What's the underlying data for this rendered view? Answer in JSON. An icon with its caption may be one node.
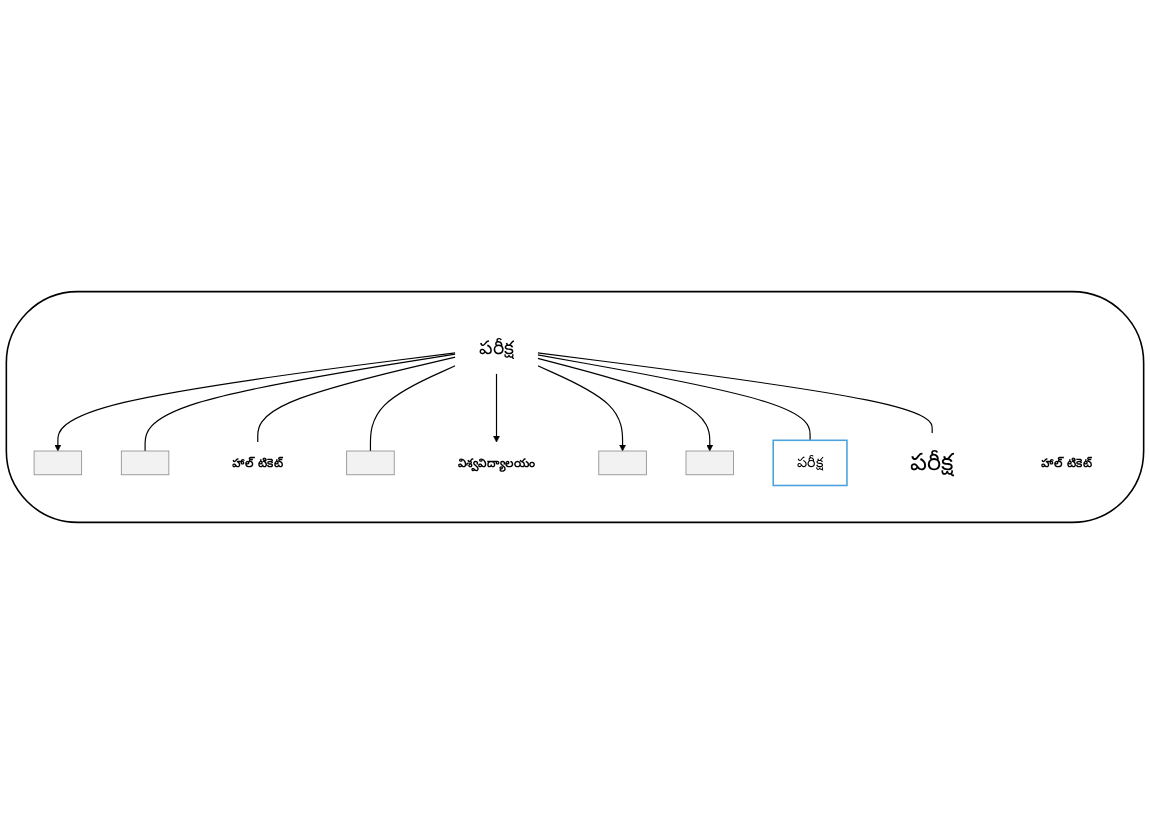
{
  "diagram": {
    "nodes": [
      {
        "text": [],
        "shape": "ellipse"
      },
      {
        "text": [],
        "shape": "box",
        "in": 0
      },
      {
        "text": [],
        "shape": "box",
        "in": 0
      },
      {
        "text": [
          "హాల్ టికెట్"
        ],
        "in": 0
      },
      {
        "text": [],
        "shape": "box",
        "in": 0
      },
      {
        "text": [
          "విశ్వవిద్యాలయం"
        ],
        "in": 0
      },
      {
        "text": [
          "పరీక్ష"
        ],
        "in": 0
      },
      {
        "text": [],
        "shape": "box",
        "in": 0
      },
      {
        "text": [
          "హాల్ టికెట్"
        ],
        "in": 0
      },
      {
        "text": [
          "పరీక్ష"
        ],
        "in": 0
      },
      {
        "text": [],
        "shape": "box",
        "in": 0
      },
      {
        "text": [
          "పరీక్ష"
        ],
        "in": 0
      }
    ],
    "edges": [
      {
        "from": 6,
        "to": 1,
        "arrow": "to"
      },
      {
        "from": 6,
        "to": 2,
        "arrow": "none"
      },
      {
        "from": 6,
        "to": 3,
        "arrow": "none"
      },
      {
        "from": 6,
        "to": 4,
        "arrow": "none"
      },
      {
        "from": 6,
        "to": 5,
        "arrow": "to"
      },
      {
        "from": 6,
        "to": 7,
        "arrow": "to"
      },
      {
        "from": 6,
        "to": 10,
        "arrow": "to"
      },
      {
        "from": 6,
        "to": 9,
        "arrow": "none"
      },
      {
        "from": 6,
        "to": 11,
        "arrow": "none"
      }
    ]
  }
}
